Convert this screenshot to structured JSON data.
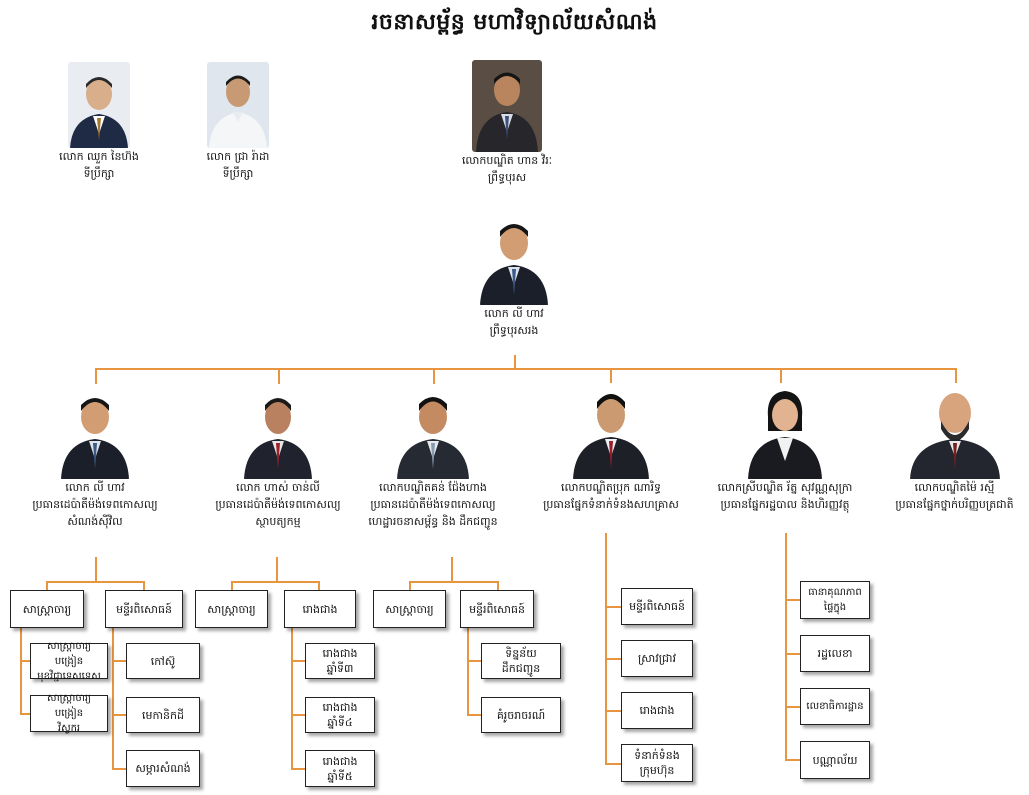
{
  "title": "រចនាសម្ព័ន្ធ មហាវិទ្យាល័យសំណង់",
  "colors": {
    "connector": "#e8953f",
    "box_border": "#222222"
  },
  "advisors": [
    {
      "name": "លោក ឈួក នៃហ៊ង",
      "role": "ទីប្រឹក្សា"
    },
    {
      "name": "លោក ជ្រា រ៉ាដា",
      "role": "ទីប្រឹក្សា"
    }
  ],
  "dean": {
    "name": "លោកបណ្ឌិត ហាន វិរៈ",
    "role": "ព្រឹទ្ធបុរស"
  },
  "vice_dean": {
    "name": "លោក លី ហាវ",
    "role": "ព្រឹទ្ធបុរសរង"
  },
  "departments": [
    {
      "name": "លោក លី ហាវ",
      "role": "ប្រធានដេប៉ាតឺម៉ង់ទេពកោសល្យ\nសំណង់ស៊ីវិល"
    },
    {
      "name": "លោក ហាស់ ចាន់លី",
      "role": "ប្រធានដេប៉ាតឺម៉ង់ទេពកោសល្យ\nស្ថាបត្យកម្ម"
    },
    {
      "name": "លោកបណ្ឌិតគន់ ជ៉ែងហាង",
      "role": "ប្រធានដេប៉ាតឺម៉ង់ទេពកោសល្យ\nហេដ្ឋារចនាសម្ព័ន្ធ និង ដឹកជញ្ជូន"
    },
    {
      "name": "លោកបណ្ឌិតប្រុក ណារិទ្ធ",
      "role": "ប្រធានផ្នែកទំនាក់ទំនងសហគ្រាស"
    },
    {
      "name": "លោកស្រីបណ្ឌិត រ័ត្ន សុវណ្ណសុក្រា",
      "role": "ប្រធានផ្នែករដ្ឋបាល និងហិរញ្ញវត្ថុ"
    },
    {
      "name": "លោកបណ្ឌិតម៉ៃ រស្មី",
      "role": "ប្រធានផ្នែកថ្នាក់បរិញ្ញបត្រជាតិ"
    }
  ],
  "units": {
    "u1": "សាស្ត្រាចារ្យ",
    "u2": "មន្ទីរពិសោធន៍",
    "u3": "សាស្ត្រាចារ្យបង្រៀន\nមុខវិជ្ជាទេសទេស",
    "u4": "សាស្ត្រាចារ្យបង្រៀន\nវិស្វករ",
    "u5": "កៅស៊ូ",
    "u6": "មេកានិកដី",
    "u7": "សម្ភារសំណង់",
    "u8": "សាស្ត្រាចារ្យ",
    "u9": "រោងជាង",
    "u10": "រោងជាង ឆ្នាំទី៣",
    "u11": "រោងជាង ឆ្នាំទី៤",
    "u12": "រោងជាង ឆ្នាំទី៥",
    "u13": "សាស្ត្រាចារ្យ",
    "u14": "មន្ទីរពិសោធន៍",
    "u15": "ទិន្នន័យ\nដឹកជញ្ជូន",
    "u16": "គំរូចរាចរណ៍",
    "u17": "មន្ទីរពិសោធន៍",
    "u18": "ស្រាវជ្រាវ",
    "u19": "រោងជាង",
    "u20": "ទំនាក់ទំនង\nក្រុមហ៊ុន",
    "u21": "ធានាគុណភាព\nផ្ទៃក្នុង",
    "u22": "រដ្ឋលេខា",
    "u23": "លេខាធិការដ្ឋាន",
    "u24": "បណ្ណាល័យ"
  }
}
